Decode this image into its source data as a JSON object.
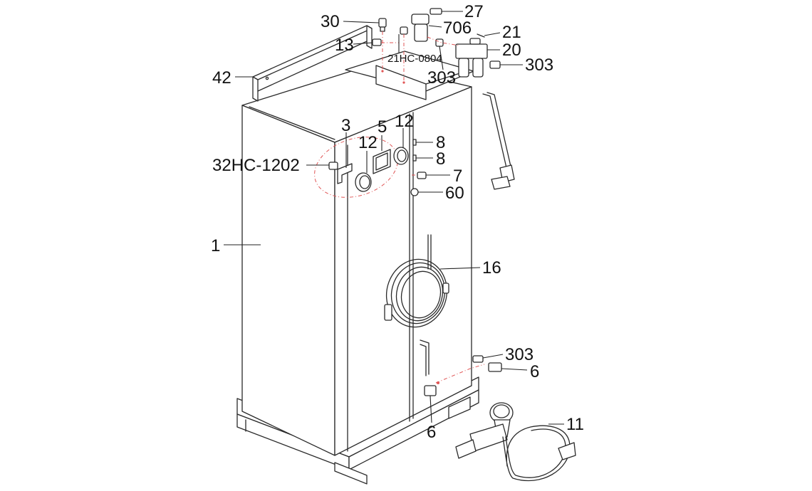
{
  "callouts": {
    "c30": "30",
    "c27": "27",
    "c706": "706",
    "c21": "21",
    "c13": "13",
    "c20": "20",
    "c21hc0804": "21HC-0804",
    "c303_top": "303",
    "c303_topright": "303",
    "c42": "42",
    "c3": "3",
    "c5": "5",
    "c12_right": "12",
    "c12_left": "12",
    "c8_a": "8",
    "c8_b": "8",
    "c32hc1202": "32HC-1202",
    "c7": "7",
    "c60": "60",
    "c1": "1",
    "c16": "16",
    "c303_low": "303",
    "c6_right": "6",
    "c6_bottom": "6",
    "c11": "11"
  },
  "colors": {
    "line": "#2a2a2a",
    "leader": "#222222",
    "assembly_dash": "#e05555",
    "background": "#ffffff"
  }
}
